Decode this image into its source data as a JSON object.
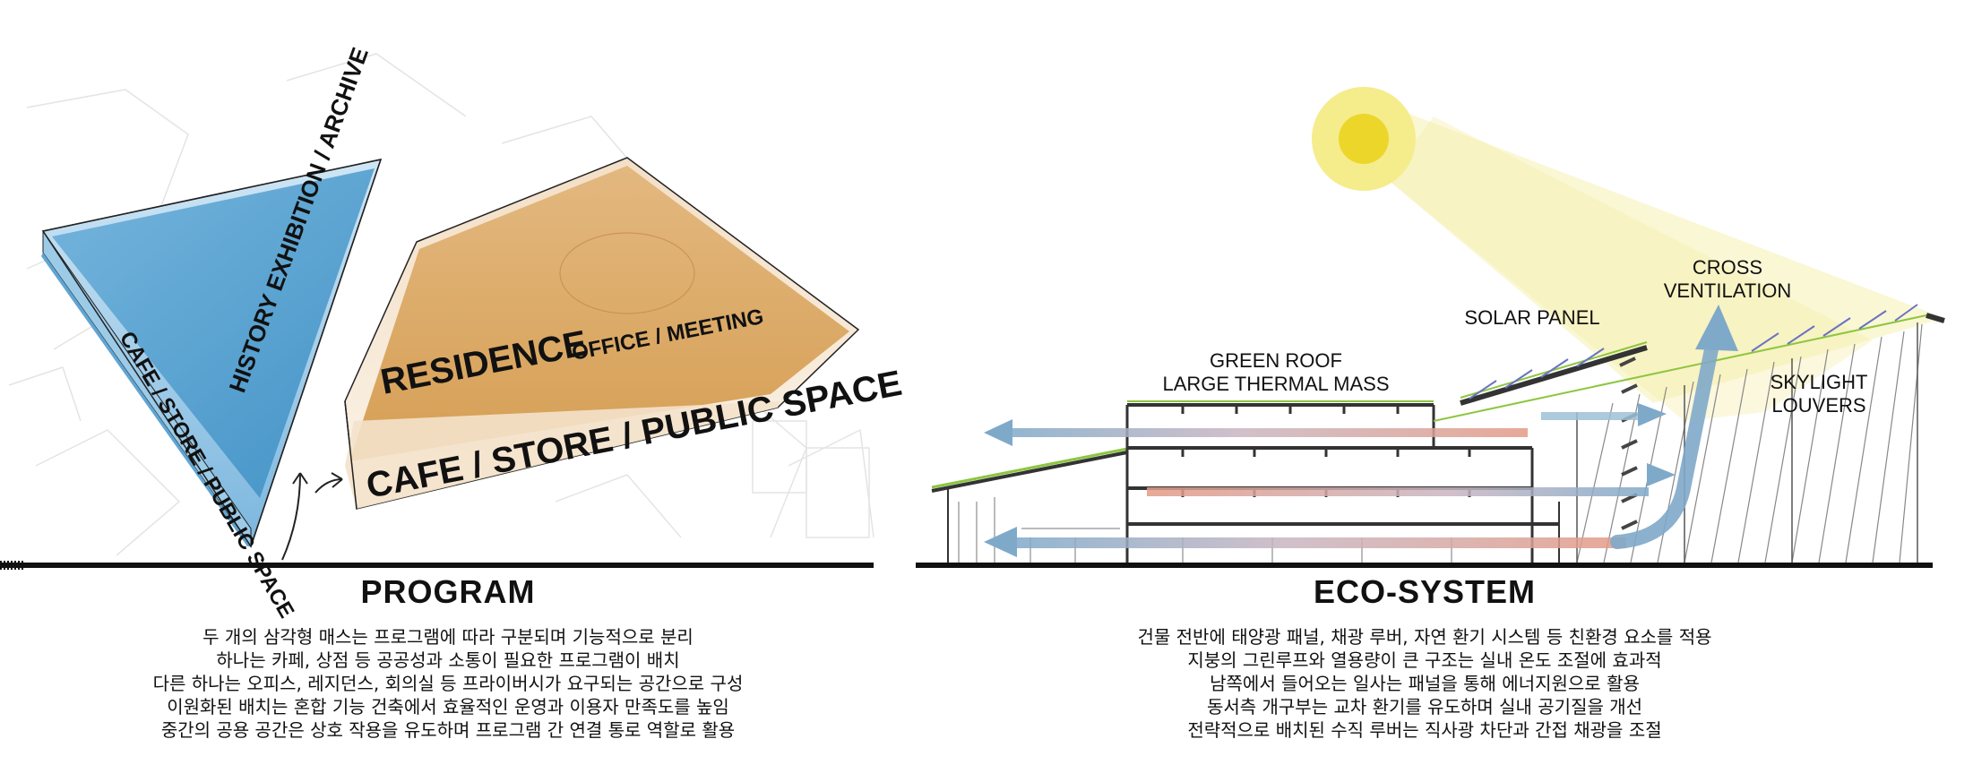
{
  "program": {
    "title": "PROGRAM",
    "labels": {
      "history": "HISTORY EXHIBITION / ARCHIVE",
      "cafe_left": "CAFE / STORE / PUBLIC SPACE",
      "residence": "RESIDENCE",
      "office": "OFFICE / MEETING",
      "cafe_right": "CAFE / STORE / PUBLIC SPACE"
    },
    "description": [
      "두 개의 삼각형 매스는 프로그램에 따라 구분되며 기능적으로 분리",
      "하나는 카페, 상점 등 공공성과 소통이 필요한 프로그램이 배치",
      "다른 하나는 오피스, 레지던스, 회의실 등 프라이버시가 요구되는 공간으로 구성",
      "이원화된 배치는 혼합 기능 건축에서 효율적인 운영과 이용자 만족도를 높임",
      "중간의 공용 공간은 상호 작용을 유도하며 프로그램 간 연결 통로 역할로 활용"
    ]
  },
  "eco": {
    "title": "ECO-SYSTEM",
    "labels": {
      "green_roof_1": "GREEN ROOF",
      "green_roof_2": "LARGE THERMAL MASS",
      "solar_panel": "SOLAR PANEL",
      "cross_1": "CROSS",
      "cross_2": "VENTILATION",
      "skylight_1": "SKYLIGHT",
      "skylight_2": "LOUVERS"
    },
    "description": [
      "건물 전반에 태양광 패널, 채광 루버, 자연 환기 시스템 등 친환경 요소를 적용",
      "지붕의 그린루프와 열용량이 큰 구조는 실내 온도 조절에 효과적",
      "남쪽에서 들어오는 일사는 패널을 통해 에너지원으로 활용",
      "동서측 개구부는 교차 환기를 유도하며 실내 공기질을 개선",
      "전략적으로 배치된 수직 루버는 직사광 차단과 간접 채광을 조절"
    ]
  },
  "colors": {
    "blue_mass": "#4f9fd0",
    "orange_mass": "#d9a55c",
    "sun": "#f0dc3a",
    "green_roof": "#8cc63f",
    "air_blue": "#7fa9c9",
    "air_red": "#e39a86"
  }
}
